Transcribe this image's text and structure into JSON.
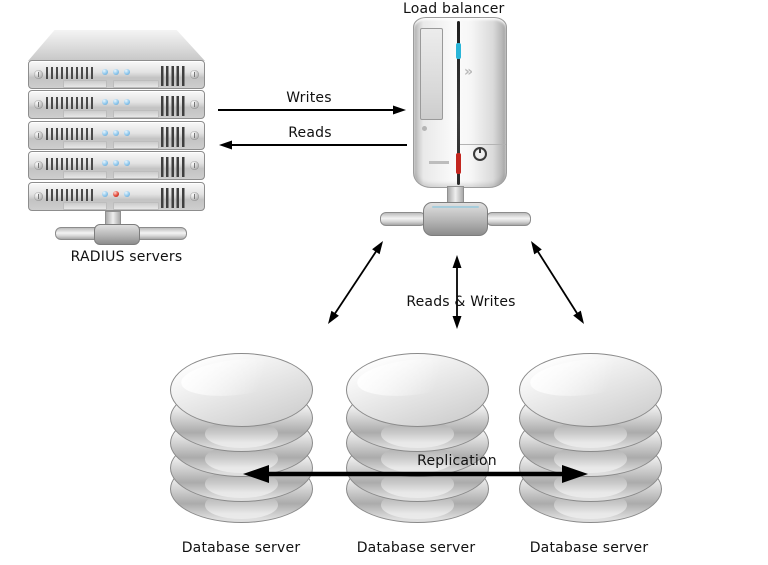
{
  "nodes": {
    "radius_servers": {
      "label": "RADIUS servers",
      "type": "rack-of-5-servers",
      "unit_count": 5,
      "led_color_normal": "#8ec7ec",
      "led_color_alert": "#d43a2a",
      "alert_unit": 5
    },
    "load_balancer": {
      "label": "Load balancer",
      "type": "tower-server",
      "chevron_glyph": "»"
    },
    "databases": [
      {
        "label": "Database server"
      },
      {
        "label": "Database server"
      },
      {
        "label": "Database server"
      }
    ]
  },
  "edges": {
    "writes": {
      "label": "Writes",
      "arrow": "right",
      "from": "RADIUS servers",
      "to": "Load balancer"
    },
    "reads": {
      "label": "Reads",
      "arrow": "left",
      "from": "Load balancer",
      "to": "RADIUS servers"
    },
    "reads_writes": {
      "label": "Reads & Writes",
      "arrow": "double"
    },
    "replication": {
      "label": "Replication",
      "arrow": "double"
    }
  },
  "colors": {
    "background": "#ffffff",
    "text": "#111111",
    "arrow": "#000000",
    "accent_cyan": "#2ab5d8",
    "accent_red": "#c3261f"
  }
}
